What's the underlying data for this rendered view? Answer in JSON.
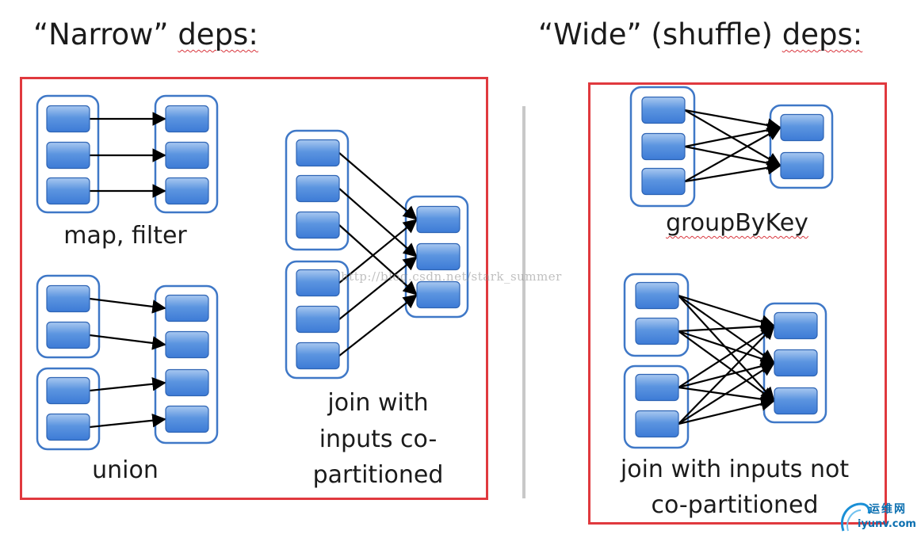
{
  "narrow": {
    "heading_word": "“Narrow”",
    "heading_rest": "deps:",
    "labels": {
      "map_filter": "map, filter",
      "union": "union",
      "join_line1": "join with",
      "join_line2": "inputs co-",
      "join_line3": "partitioned"
    }
  },
  "wide": {
    "heading_word": "“Wide” (shuffle)",
    "heading_rest": "deps:",
    "labels": {
      "group_by_key": "groupByKey",
      "join_line1": "join with inputs not",
      "join_line2": "co-partitioned"
    }
  },
  "watermark": "http://blog.csdn.net/stark_summer",
  "logo": {
    "cn": "运维网",
    "en": "iyunv.com"
  },
  "colors": {
    "frame_border": "#e0393e",
    "partition_fill_top": "#a9c8f0",
    "partition_fill_bottom": "#3d7bd6",
    "partition_border": "#2e64b4",
    "group_border": "#3f78c7",
    "arrow": "#000000"
  }
}
